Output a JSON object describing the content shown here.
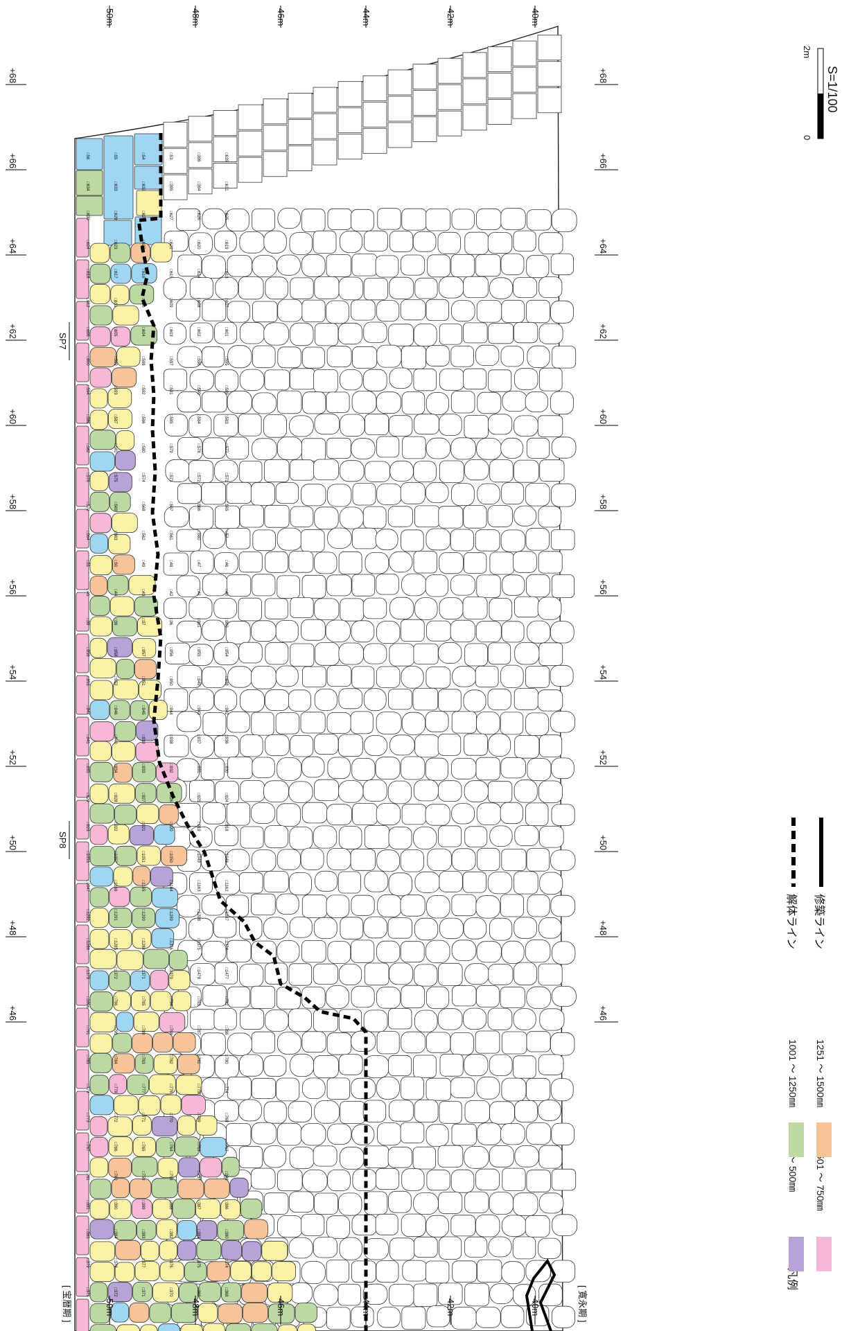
{
  "top_ruler": {
    "labels": [
      "50m",
      "48m",
      "46m",
      "44m",
      "42m",
      "40m"
    ]
  },
  "bottom_ruler": {
    "labels": [
      "50m",
      "48m",
      "46m",
      "44m",
      "42m",
      "40m"
    ]
  },
  "left_ruler": {
    "labels": [
      "+68",
      "+66",
      "+64",
      "+62",
      "+60",
      "+58",
      "+56",
      "+54",
      "+52",
      "+50",
      "+48",
      "+46"
    ]
  },
  "right_ruler": {
    "labels": [
      "+68",
      "+66",
      "+64",
      "+62",
      "+60",
      "+58",
      "+56",
      "+54",
      "+52",
      "+50",
      "+48",
      "+46"
    ]
  },
  "section_markers": [
    "SP7",
    "SP8"
  ],
  "period_labels": {
    "left": "[ 宝暦期 ]",
    "right": "[ 寛永期 ]"
  },
  "scale": {
    "text": "S=1/100",
    "zero": "0",
    "end": "2m"
  },
  "line_legend": [
    {
      "style": "dashed",
      "label": "解体ライン"
    },
    {
      "style": "solid",
      "label": "修築ライン"
    }
  ],
  "size_legend": {
    "title": "凡例",
    "items": [
      {
        "label": "～ 500㎜",
        "color": "#b7a3d6"
      },
      {
        "label": "501 ～ 750㎜",
        "color": "#f6b8d6"
      },
      {
        "label": "751 ～ 1000㎜",
        "color": "#fbf2a8"
      },
      {
        "label": "1001 ～ 1250㎜",
        "color": "#bcd9a4"
      },
      {
        "label": "1251 ～ 1500㎜",
        "color": "#f7c49a"
      },
      {
        "label": "1501㎜ ～",
        "color": "#9fd7f2"
      }
    ]
  },
  "stone_numbers": [
    "56",
    "55",
    "54",
    "53",
    "396",
    "635",
    "634",
    "633",
    "632",
    "395",
    "394",
    "631",
    "630",
    "629",
    "628",
    "627",
    "626",
    "625",
    "624",
    "623",
    "622",
    "621",
    "620",
    "619",
    "618",
    "617",
    "616",
    "615",
    "614",
    "613",
    "612",
    "611",
    "610",
    "609",
    "608",
    "607",
    "606",
    "605",
    "604",
    "603",
    "602",
    "601",
    "600",
    "599",
    "598",
    "597",
    "596",
    "595",
    "594",
    "593",
    "592",
    "591",
    "590",
    "589",
    "588",
    "587",
    "586",
    "585",
    "584",
    "583",
    "582",
    "581",
    "580",
    "579",
    "578",
    "577",
    "576",
    "575",
    "574",
    "573",
    "572",
    "571",
    "570",
    "569",
    "568",
    "567",
    "566",
    "565",
    "564",
    "563",
    "562",
    "561",
    "560",
    "52",
    "51",
    "50",
    "49",
    "48",
    "47",
    "46",
    "45",
    "44",
    "43",
    "42",
    "41",
    "40",
    "39",
    "38",
    "37",
    "36",
    "961",
    "960",
    "959",
    "958",
    "957",
    "956",
    "955",
    "954",
    "953",
    "952",
    "951",
    "950",
    "949",
    "948",
    "947",
    "946",
    "945",
    "944",
    "943",
    "942",
    "941",
    "940",
    "939",
    "938",
    "937",
    "936",
    "935",
    "934",
    "933",
    "932",
    "931",
    "930",
    "929",
    "928",
    "927",
    "926",
    "925",
    "924",
    "923",
    "922",
    "921",
    "920",
    "919",
    "918",
    "1053",
    "1052",
    "1051",
    "1050",
    "1049",
    "1048",
    "1047",
    "1166",
    "1165",
    "1164",
    "1163",
    "1162",
    "1292",
    "1291",
    "1290",
    "1289",
    "1288",
    "1287",
    "1286",
    "1285",
    "1284",
    "1376",
    "1375",
    "1374",
    "1373",
    "1372",
    "1371",
    "1370",
    "1478",
    "1477",
    "1606",
    "796",
    "795",
    "794",
    "793",
    "792",
    "791",
    "790",
    "789",
    "788",
    "787",
    "786",
    "785",
    "784",
    "783",
    "782",
    "781",
    "780",
    "779",
    "778",
    "777",
    "776",
    "775",
    "774",
    "773",
    "772",
    "771",
    "770",
    "769",
    "768",
    "767",
    "766",
    "765",
    "764",
    "763",
    "762",
    "761",
    "760",
    "759",
    "758",
    "757",
    "392",
    "391",
    "390",
    "389",
    "388",
    "387",
    "386",
    "385",
    "384",
    "383",
    "382",
    "381",
    "380",
    "379",
    "378",
    "377",
    "376",
    "375",
    "374",
    "373",
    "372",
    "371",
    "370",
    "369",
    "368",
    "367",
    "366",
    "365",
    "364",
    "363",
    "362",
    "361",
    "360",
    "359",
    "358",
    "357",
    "356",
    "355",
    "354",
    "353",
    "352",
    "351",
    "350",
    "349",
    "348",
    "347",
    "346",
    "345",
    "344",
    "343",
    "342",
    "341",
    "340",
    "339",
    "338",
    "337",
    "336",
    "335",
    "334",
    "333",
    "332",
    "331",
    "330",
    "224",
    "223",
    "222",
    "221",
    "220",
    "219",
    "218",
    "217",
    "216",
    "215",
    "214",
    "213",
    "212",
    "211",
    "210",
    "209",
    "208",
    "207",
    "206",
    "205",
    "204",
    "203",
    "202",
    "201",
    "200",
    "199",
    "198",
    "197",
    "196",
    "195",
    "194",
    "193",
    "192",
    "191",
    "190",
    "189",
    "188",
    "187",
    "186",
    "185",
    "184",
    "183",
    "182",
    "181",
    "180",
    "179"
  ]
}
